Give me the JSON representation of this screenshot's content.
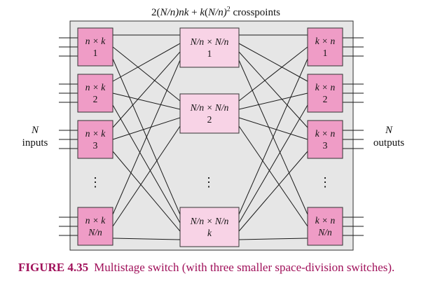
{
  "title": {
    "prefix": "2(",
    "N": "N",
    "slash_n": "/n)",
    "nk": "nk",
    "plus": " + ",
    "k": "k",
    "paren": "(",
    "N2": "N",
    "slash_n2": "/n)",
    "exp": "2",
    "suffix": " crosspoints"
  },
  "side_labels": {
    "left_line1": "N",
    "left_line2": "inputs",
    "right_line1": "N",
    "right_line2": "outputs"
  },
  "stages": {
    "first": [
      {
        "line1": "n × k",
        "line2": "1"
      },
      {
        "line1": "n × k",
        "line2": "2"
      },
      {
        "line1": "n × k",
        "line2": "3"
      },
      {
        "line1": "n × k",
        "line2": "N/n"
      }
    ],
    "middle": [
      {
        "line1": "N/n × N/n",
        "line2": "1"
      },
      {
        "line1": "N/n × N/n",
        "line2": "2"
      },
      {
        "line1": "N/n × N/n",
        "line2": "k"
      }
    ],
    "last": [
      {
        "line1": "k × n",
        "line2": "1"
      },
      {
        "line1": "k × n",
        "line2": "2"
      },
      {
        "line1": "k × n",
        "line2": "3"
      },
      {
        "line1": "k × n",
        "line2": "N/n"
      }
    ]
  },
  "ellipsis": "⋮",
  "colors": {
    "panel": "#e6e6e6",
    "outer_block": "#ef9cc6",
    "middle_block": "#f8d3e6",
    "caption": "#a0105a",
    "line": "#1a1a1a"
  },
  "caption": {
    "label": "FIGURE 4.35",
    "text": "Multistage switch (with three smaller space-division switches)."
  }
}
